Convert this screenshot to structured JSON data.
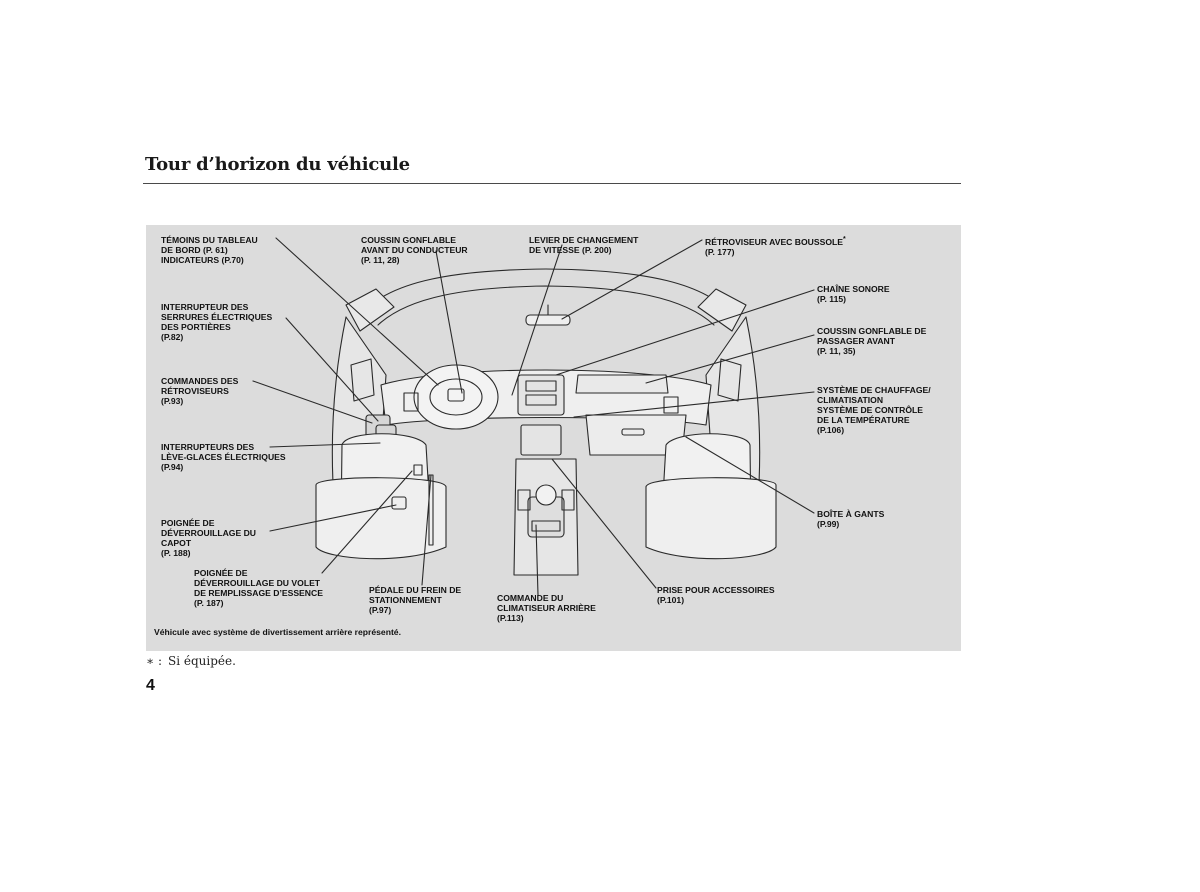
{
  "title": "Tour d’horizon du véhicule",
  "labels": {
    "temoins": [
      "TÉMOINS DU TABLEAU",
      "DE BORD (P. 61)",
      "INDICATEURS (P.70)"
    ],
    "coussin_conducteur": [
      "COUSSIN GONFLABLE",
      "AVANT DU CONDUCTEUR",
      "(P. 11, 28)"
    ],
    "levier": [
      "LEVIER DE CHANGEMENT",
      "DE VITESSE (P. 200)"
    ],
    "retroviseur_boussole": [
      "RÉTROVISEUR AVEC BOUSSOLE",
      "(P. 177)"
    ],
    "retroviseur_asterisk": "*",
    "chaine": [
      "CHAÎNE SONORE",
      "(P. 115)"
    ],
    "coussin_passager": [
      "COUSSIN GONFLABLE DE",
      "PASSAGER AVANT",
      "(P. 11, 35)"
    ],
    "chauffage": [
      "SYSTÈME DE CHAUFFAGE/",
      "CLIMATISATION",
      "SYSTÈME DE CONTRÔLE",
      "DE LA TEMPÉRATURE",
      "(P.106)"
    ],
    "serrures": [
      "INTERRUPTEUR DES",
      "SERRURES ÉLECTRIQUES",
      "DES PORTIÈRES",
      "(P.82)"
    ],
    "commandes_retro": [
      "COMMANDES DES",
      "RÉTROVISEURS",
      "(P.93)"
    ],
    "leve_glaces": [
      "INTERRUPTEURS DES",
      "LÈVE-GLACES ÉLECTRIQUES",
      "(P.94)"
    ],
    "poignee_capot": [
      "POIGNÉE DE",
      "DÉVERROUILLAGE DU",
      "CAPOT",
      "(P. 188)"
    ],
    "poignee_volet": [
      "POIGNÉE DE",
      "DÉVERROUILLAGE DU VOLET",
      "DE REMPLISSAGE D’ESSENCE",
      "(P. 187)"
    ],
    "pedale": [
      "PÉDALE DU FREIN DE",
      "STATIONNEMENT",
      "(P.97)"
    ],
    "commande_clim": [
      "COMMANDE DU",
      "CLIMATISEUR ARRIÈRE",
      "(P.113)"
    ],
    "prise": [
      "PRISE POUR ACCESSOIRES",
      "(P.101)"
    ],
    "boite_gants": [
      "BOÎTE À GANTS",
      "(P.99)"
    ]
  },
  "caption": "Véhicule avec système de divertissement arrière représenté.",
  "footnote": {
    "mark": "∗ :",
    "text": "Si équipée."
  },
  "page_number": "4"
}
